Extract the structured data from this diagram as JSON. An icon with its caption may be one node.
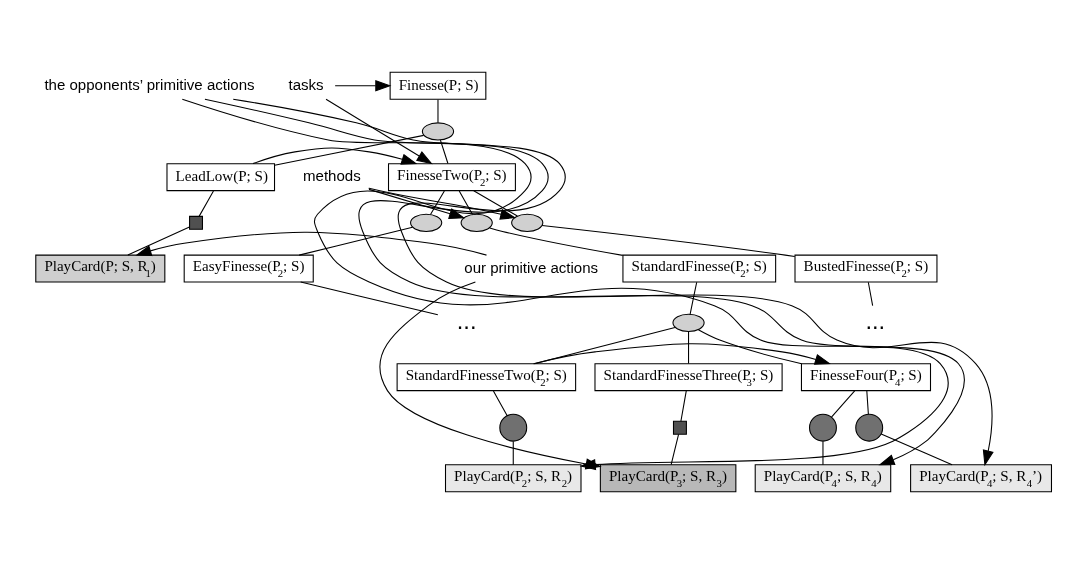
{
  "diagram": {
    "nodes": [
      {
        "text": [
          "Finesse(P; S)"
        ]
      },
      {
        "text": [],
        "shape": "ellipse"
      },
      {
        "text": [
          "LeadLow(P; S)"
        ]
      },
      {
        "text": [
          "FinesseTwo(P$_{2}$; S)"
        ]
      },
      {
        "text": [],
        "shape": "box"
      },
      {
        "text": [
          "PlayCard(P; S, R$_{1}$)"
        ]
      },
      {
        "text": [],
        "shape": "ellipse"
      },
      {
        "text": [],
        "shape": "ellipse"
      },
      {
        "text": [],
        "shape": "ellipse"
      },
      {
        "text": [
          "EasyFinesse(P$_{2}$; S)"
        ]
      },
      {
        "text": [
          "StandardFinesse(P$_{2}$; S)"
        ]
      },
      {
        "text": [
          "BustedFinesse(P$_{2}$; S)"
        ]
      },
      {
        "text": [],
        "shape": "ellipse"
      },
      {
        "text": [
          "StandardFinesseTwo(P$_{2}$; S)"
        ]
      },
      {
        "text": [
          "StandardFinesseThree(P$_{3}$; S)"
        ]
      },
      {
        "text": [
          "FinesseFour(P$_{4}$; S)"
        ]
      },
      {
        "text": [],
        "shape": "circle"
      },
      {
        "text": [],
        "shape": "box"
      },
      {
        "text": [],
        "shape": "circle"
      },
      {
        "text": [],
        "shape": "circle"
      },
      {
        "text": [
          "PlayCard(P$_{2}$; S, R$_{2}$)"
        ]
      },
      {
        "text": [
          "PlayCard(P$_{3}$; S, R$_{3}$)"
        ]
      },
      {
        "text": [
          "PlayCard(P$_{4}$; S, R$_{4}$)"
        ]
      },
      {
        "text": [
          "PlayCard(P$_{4}$; S, R$_{4}$’)"
        ]
      },
      {
        "text": [
          "tasks"
        ]
      },
      {
        "text": [
          "methods"
        ]
      },
      {
        "text": [
          "our primitive actions"
        ]
      },
      {
        "text": [
          "the opponents’ primitive actions"
        ]
      },
      {
        "text": [
          "..."
        ]
      },
      {
        "text": [
          "..."
        ]
      }
    ],
    "edges": [
      {
        "from": 0,
        "to": 1,
        "arrow": "none"
      },
      {
        "from": 1,
        "to": 2,
        "arrow": "none"
      },
      {
        "from": 1,
        "to": 3,
        "arrow": "none"
      },
      {
        "from": 2,
        "to": 3,
        "arrow": "to"
      },
      {
        "from": 2,
        "to": 4,
        "arrow": "none"
      },
      {
        "from": 4,
        "to": 5,
        "arrow": "none"
      },
      {
        "from": 3,
        "to": 6,
        "arrow": "none"
      },
      {
        "from": 3,
        "to": 7,
        "arrow": "none"
      },
      {
        "from": 3,
        "to": 8,
        "arrow": "none"
      },
      {
        "from": 6,
        "to": 9,
        "arrow": "none"
      },
      {
        "from": 7,
        "to": 10,
        "arrow": "none"
      },
      {
        "from": 8,
        "to": 11,
        "arrow": "none"
      },
      {
        "from": 9,
        "to": 28,
        "arrow": "none"
      },
      {
        "from": 11,
        "to": 29,
        "arrow": "none"
      },
      {
        "from": 10,
        "to": 12,
        "arrow": "none"
      },
      {
        "from": 12,
        "to": 13,
        "arrow": "none"
      },
      {
        "from": 12,
        "to": 14,
        "arrow": "none"
      },
      {
        "from": 12,
        "to": 15,
        "arrow": "none"
      },
      {
        "from": 13,
        "to": 15,
        "arrow": "to"
      },
      {
        "from": 13,
        "to": 16,
        "arrow": "none"
      },
      {
        "from": 16,
        "to": 20,
        "arrow": "none"
      },
      {
        "from": 14,
        "to": 17,
        "arrow": "none"
      },
      {
        "from": 17,
        "to": 21,
        "arrow": "none"
      },
      {
        "from": 15,
        "to": 18,
        "arrow": "none"
      },
      {
        "from": 15,
        "to": 19,
        "arrow": "none"
      },
      {
        "from": 18,
        "to": 22,
        "arrow": "none"
      },
      {
        "from": 19,
        "to": 23,
        "arrow": "none"
      },
      {
        "from": 24,
        "to": 0,
        "arrow": "to"
      },
      {
        "from": 24,
        "to": 3,
        "arrow": "to"
      },
      {
        "from": 25,
        "to": 7,
        "arrow": "to"
      },
      {
        "from": 25,
        "to": 8,
        "arrow": "to"
      },
      {
        "from": 26,
        "to": 5,
        "arrow": "to"
      },
      {
        "from": 26,
        "to": 21,
        "arrow": "to"
      },
      {
        "from": 27,
        "to": 20,
        "arrow": "to"
      },
      {
        "from": 27,
        "to": 22,
        "arrow": "to"
      },
      {
        "from": 27,
        "to": 23,
        "arrow": "to"
      }
    ]
  }
}
